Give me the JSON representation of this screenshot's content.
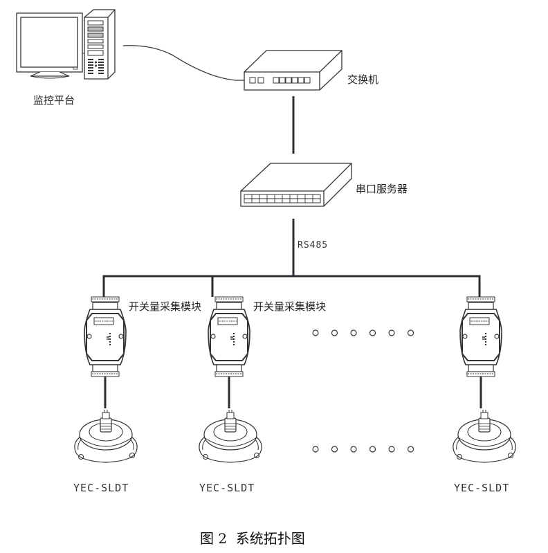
{
  "diagram": {
    "caption": "图 2  系统拓扑图",
    "nodes": {
      "monitor_platform": {
        "label": "监控平台",
        "icon": "desktop-computer-icon"
      },
      "switch": {
        "label": "交换机",
        "icon": "network-switch-icon"
      },
      "serial_server": {
        "label": "串口服务器",
        "icon": "serial-server-icon"
      },
      "bus_label": "RS485",
      "modules": [
        {
          "label": "开关量采集模块",
          "icon": "io-module-icon"
        },
        {
          "label": "开关量采集模块",
          "icon": "io-module-icon"
        },
        {
          "label": "",
          "icon": "io-module-icon"
        }
      ],
      "sensors": [
        {
          "label": "YEC-SLDT",
          "icon": "sensor-icon"
        },
        {
          "label": "YEC-SLDT",
          "icon": "sensor-icon"
        },
        {
          "label": "YEC-SLDT",
          "icon": "sensor-icon"
        }
      ],
      "ellipsis_count": 6
    },
    "connections": [
      {
        "from": "monitor_platform",
        "to": "switch"
      },
      {
        "from": "switch",
        "to": "serial_server"
      },
      {
        "from": "serial_server",
        "to": "modules",
        "via": "RS485"
      },
      {
        "from": "modules.0",
        "to": "sensors.0"
      },
      {
        "from": "modules.1",
        "to": "sensors.1"
      },
      {
        "from": "modules.2",
        "to": "sensors.2"
      }
    ]
  }
}
